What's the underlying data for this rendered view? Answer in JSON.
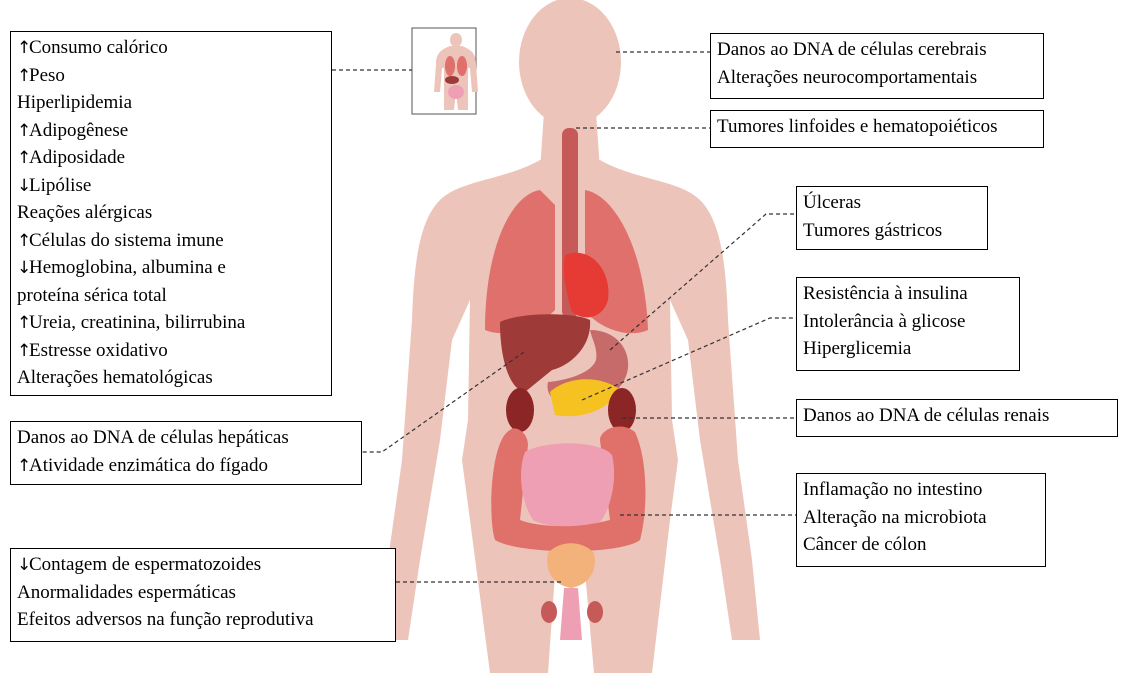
{
  "boxes": {
    "metabolic": {
      "items": [
        {
          "arrow": "up",
          "text": "Consumo calórico"
        },
        {
          "arrow": "up",
          "text": "Peso"
        },
        {
          "arrow": "",
          "text": "Hiperlipidemia"
        },
        {
          "arrow": "up",
          "text": "Adipogênese"
        },
        {
          "arrow": "up",
          "text": "Adiposidade"
        },
        {
          "arrow": "down",
          "text": "Lipólise"
        },
        {
          "arrow": "",
          "text": "Reações alérgicas"
        },
        {
          "arrow": "up",
          "text": "Células do sistema imune"
        },
        {
          "arrow": "down",
          "text": "Hemoglobina, albumina e"
        },
        {
          "arrow": "",
          "text": "proteína sérica total"
        },
        {
          "arrow": "up",
          "text": "Ureia, creatinina, bilirrubina"
        },
        {
          "arrow": "up",
          "text": "Estresse oxidativo"
        },
        {
          "arrow": "",
          "text": "Alterações hematológicas"
        }
      ]
    },
    "liver": {
      "items": [
        {
          "arrow": "",
          "text": "Danos ao DNA de células hepáticas"
        },
        {
          "arrow": "up",
          "text": "Atividade enzimática do fígado"
        }
      ]
    },
    "reproductive": {
      "items": [
        {
          "arrow": "down",
          "text": "Contagem de espermatozoides"
        },
        {
          "arrow": "",
          "text": "Anormalidades espermáticas"
        },
        {
          "arrow": "",
          "text": "Efeitos adversos na função reprodutiva"
        }
      ]
    },
    "brain": {
      "items": [
        {
          "arrow": "",
          "text": "Danos ao DNA de células cerebrais"
        },
        {
          "arrow": "",
          "text": "Alterações neurocomportamentais"
        }
      ]
    },
    "lymphoid": {
      "items": [
        {
          "arrow": "",
          "text": "Tumores linfoides e hematopoiéticos"
        }
      ]
    },
    "stomach": {
      "items": [
        {
          "arrow": "",
          "text": "Úlceras"
        },
        {
          "arrow": "",
          "text": "Tumores gástricos"
        }
      ]
    },
    "pancreas": {
      "items": [
        {
          "arrow": "",
          "text": "Resistência à insulina"
        },
        {
          "arrow": "",
          "text": "Intolerância à glicose"
        },
        {
          "arrow": "",
          "text": "Hiperglicemia"
        }
      ]
    },
    "kidney": {
      "items": [
        {
          "arrow": "",
          "text": "Danos ao DNA de células renais"
        }
      ]
    },
    "intestine": {
      "items": [
        {
          "arrow": "",
          "text": "Inflamação no intestino"
        },
        {
          "arrow": "",
          "text": "Alteração na microbiota"
        },
        {
          "arrow": "",
          "text": "Câncer de cólon"
        }
      ]
    }
  },
  "colors": {
    "skin": "#ecc4b9",
    "lung": "#e0706c",
    "liver": "#9e3a38",
    "heart": "#e63a35",
    "stomach": "#c76b6a",
    "pancreas": "#f6c222",
    "intestine": "#e0716a",
    "small_intestine": "#ef9fb4",
    "bladder": "#f3b27a",
    "kidney": "#8c2626"
  }
}
